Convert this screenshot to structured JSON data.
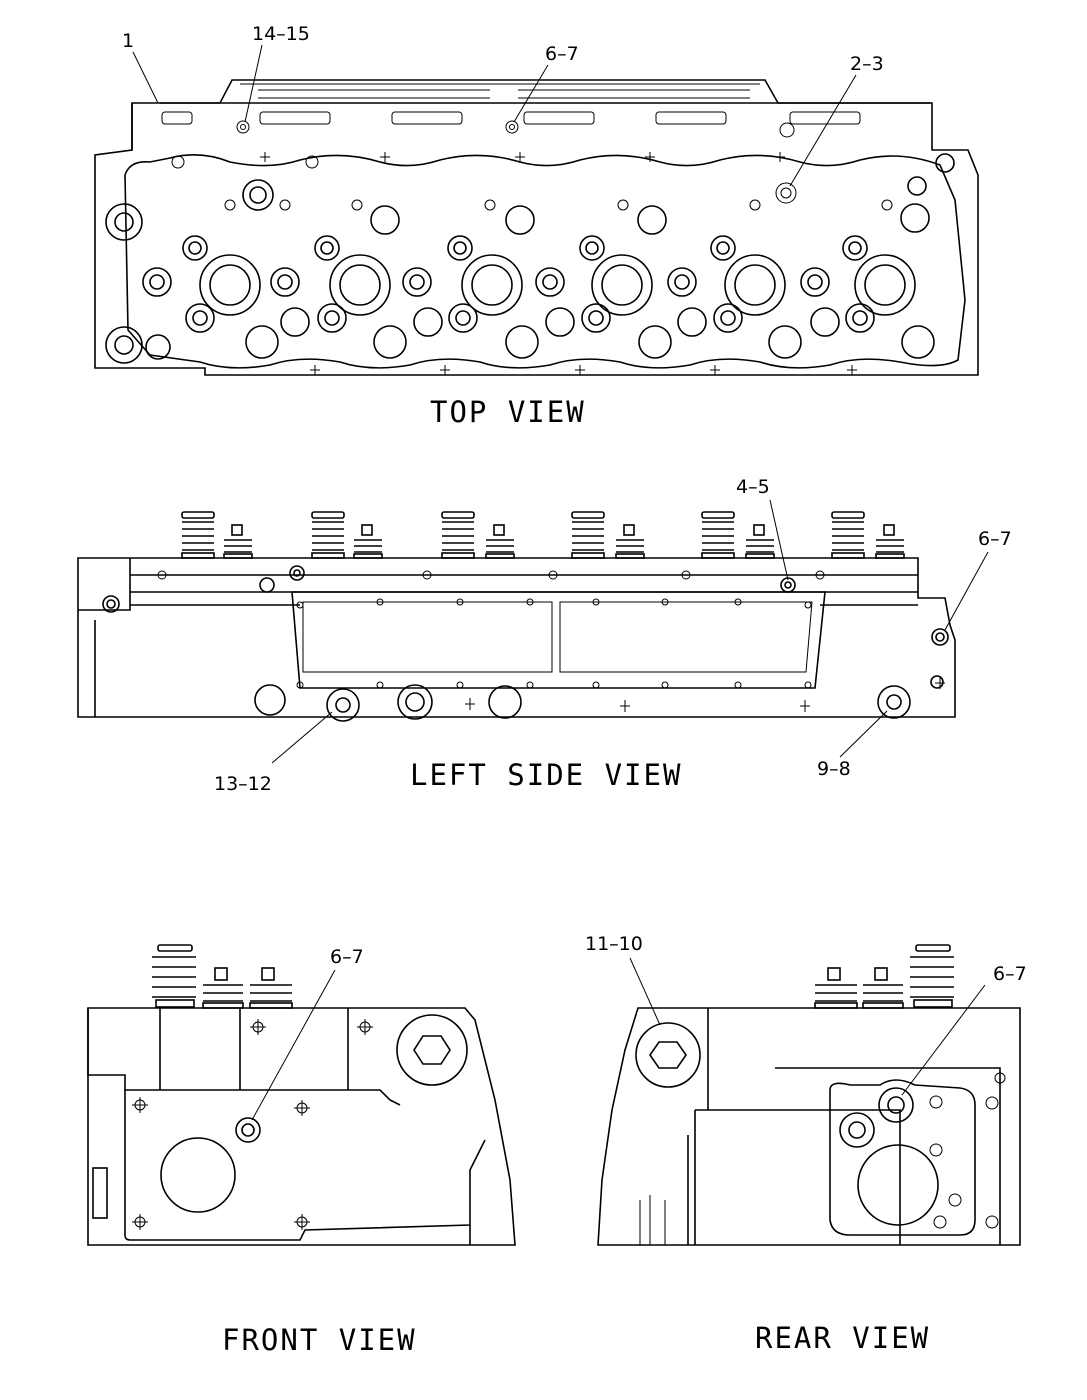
{
  "views": {
    "top": "TOP VIEW",
    "left": "LEFT SIDE VIEW",
    "front": "FRONT VIEW",
    "rear": "REAR VIEW"
  },
  "callouts": {
    "c1": "1",
    "c14_15": "14–15",
    "c6_7_top": "6–7",
    "c2_3": "2–3",
    "c4_5": "4–5",
    "c6_7_left": "6–7",
    "c13_12": "13–12",
    "c9_8": "9–8",
    "c6_7_front": "6–7",
    "c11_10": "11–10",
    "c6_7_rear": "6–7"
  }
}
